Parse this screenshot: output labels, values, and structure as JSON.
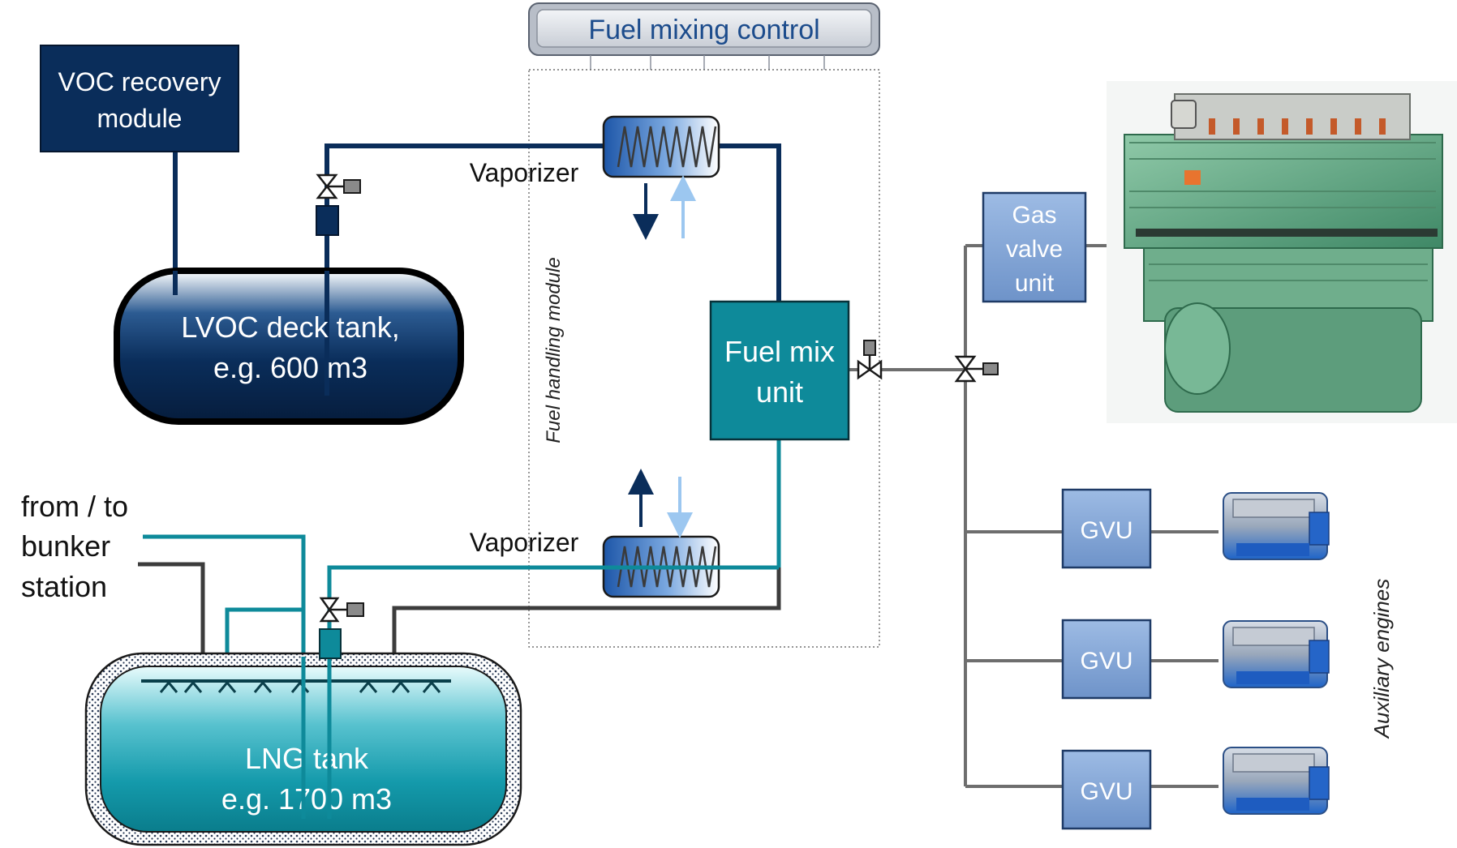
{
  "control": {
    "title": "Fuel mixing control"
  },
  "module": {
    "label": "Fuel handling module"
  },
  "voc_module": {
    "line1": "VOC recovery",
    "line2": "module"
  },
  "lvoc_tank": {
    "line1": "LVOC deck tank,",
    "line2": "e.g. 600 m3"
  },
  "lng_tank": {
    "line1": "LNG tank",
    "line2": "e.g. 1700 m3"
  },
  "vaporizer_top": {
    "label": "Vaporizer"
  },
  "vaporizer_bottom": {
    "label": "Vaporizer"
  },
  "fuel_mix": {
    "line1": "Fuel mix",
    "line2": "unit"
  },
  "gas_valve": {
    "line1": "Gas",
    "line2": "valve",
    "line3": "unit"
  },
  "gvu_1": {
    "label": "GVU"
  },
  "gvu_2": {
    "label": "GVU"
  },
  "gvu_3": {
    "label": "GVU"
  },
  "bunker": {
    "line1": "from / to",
    "line2": "bunker",
    "line3": "station"
  },
  "aux": {
    "label": "Auxiliary engines"
  },
  "colors": {
    "navy": "#0a2d5a",
    "teal": "#0e8a9a",
    "gray_line": "#3c3c3c",
    "light_blue_box": "#7aa0d4",
    "arrow_light": "#9cc7f0"
  }
}
